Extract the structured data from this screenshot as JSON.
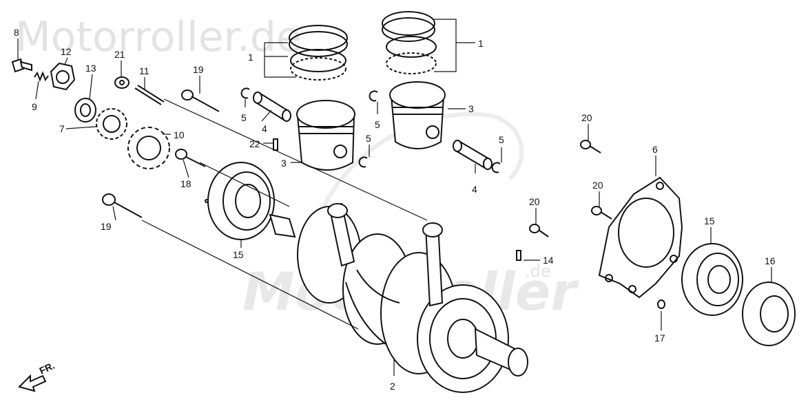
{
  "watermark": {
    "top": "Motorroller.de",
    "center": "Motorroller",
    "center_suffix": ".de"
  },
  "direction_label": "FR.",
  "colors": {
    "line": "#111111",
    "watermark": "#e3e3e3",
    "background": "#ffffff"
  },
  "callouts": {
    "c1a": "1",
    "c1b": "1",
    "c2": "2",
    "c3a": "3",
    "c3b": "3",
    "c4a": "4",
    "c4b": "4",
    "c5a": "5",
    "c5b": "5",
    "c5c": "5",
    "c5d": "5",
    "c6": "6",
    "c7": "7",
    "c8": "8",
    "c9": "9",
    "c10": "10",
    "c11": "11",
    "c12": "12",
    "c13": "13",
    "c14": "14",
    "c15a": "15",
    "c15b": "15",
    "c16": "16",
    "c17": "17",
    "c18": "18",
    "c19a": "19",
    "c19b": "19",
    "c20a": "20",
    "c20b": "20",
    "c20c": "20",
    "c21": "21",
    "c22": "22"
  }
}
